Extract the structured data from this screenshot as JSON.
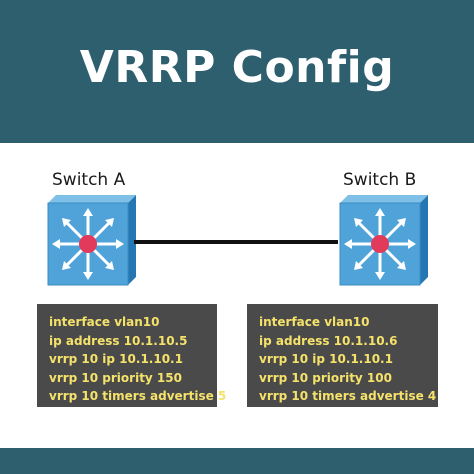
{
  "title": "VRRP Config",
  "colors": {
    "banner": "#2d5f6e",
    "switch_top": "#4fa3d8",
    "switch_side": "#2477b3",
    "switch_center": "#e23a5a",
    "config_bg": "#4a4a4a",
    "config_text": "#f5e26b"
  },
  "switch_a": {
    "label": "Switch A",
    "icon": "layer3-switch-icon",
    "config": [
      "interface vlan10",
      "ip address 10.1.10.5",
      "vrrp 10 ip 10.1.10.1",
      "vrrp 10 priority 150",
      "vrrp 10 timers advertise 5"
    ]
  },
  "switch_b": {
    "label": "Switch B",
    "icon": "layer3-switch-icon",
    "config": [
      "interface vlan10",
      "ip address 10.1.10.6",
      "vrrp 10 ip 10.1.10.1",
      "vrrp 10 priority 100",
      "vrrp 10 timers advertise 4"
    ]
  }
}
